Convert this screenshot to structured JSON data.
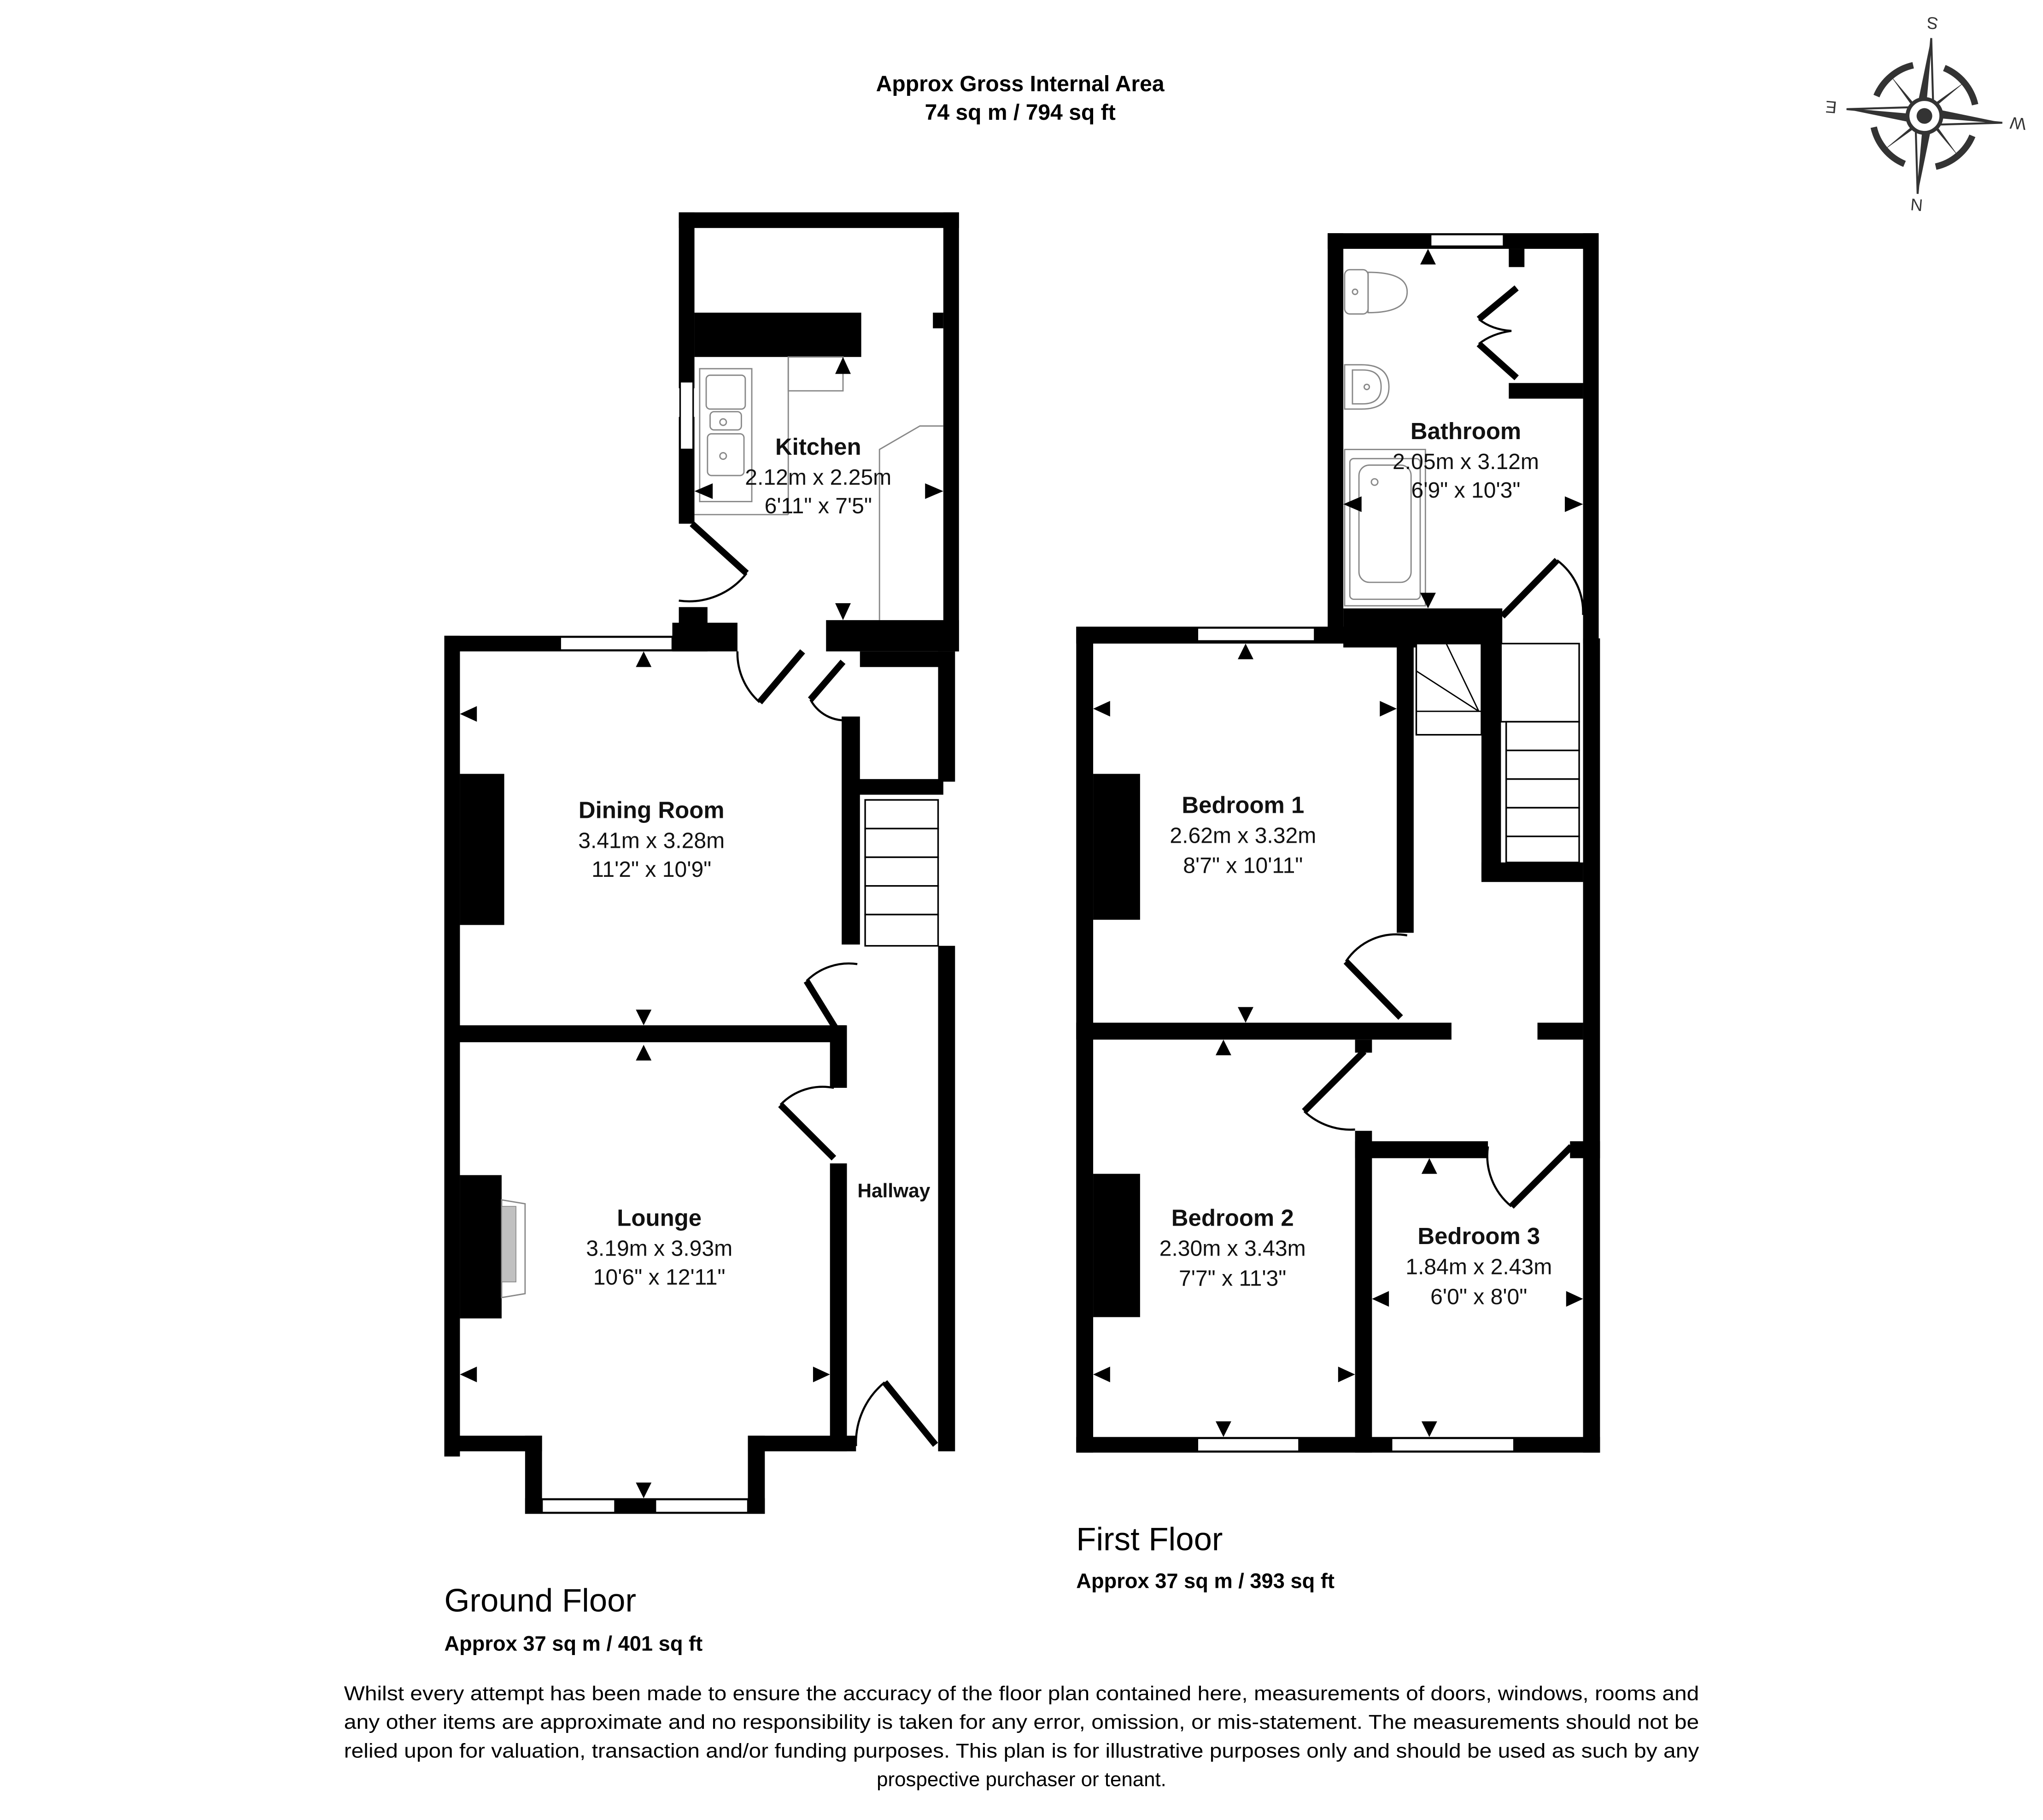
{
  "header": {
    "line1": "Approx Gross Internal Area",
    "line2": "74 sq m / 794 sq ft"
  },
  "compass": {
    "icon": "compass-rose-icon",
    "rotation_deg": 185,
    "labels": {
      "top": "S",
      "bottom": "N",
      "left": "E",
      "right": "W"
    },
    "color": "#333333"
  },
  "ground_floor": {
    "title": "Ground Floor",
    "area": "Approx 37 sq m / 401 sq ft",
    "rooms": {
      "kitchen": {
        "name": "Kitchen",
        "metric": "2.12m x 2.25m",
        "imperial": "6'11\" x 7'5\""
      },
      "dining": {
        "name": "Dining Room",
        "metric": "3.41m x 3.28m",
        "imperial": "11'2\" x 10'9\""
      },
      "lounge": {
        "name": "Lounge",
        "metric": "3.19m x 3.93m",
        "imperial": "10'6\" x 12'11\""
      },
      "hallway": {
        "name": "Hallway"
      }
    }
  },
  "first_floor": {
    "title": "First Floor",
    "area": "Approx 37 sq m / 393 sq ft",
    "rooms": {
      "bathroom": {
        "name": "Bathroom",
        "metric": "2.05m x 3.12m",
        "imperial": "6'9\" x 10'3\""
      },
      "bedroom1": {
        "name": "Bedroom 1",
        "metric": "2.62m x 3.32m",
        "imperial": "8'7\" x 10'11\""
      },
      "bedroom2": {
        "name": "Bedroom 2",
        "metric": "2.30m x 3.43m",
        "imperial": "7'7\" x 11'3\""
      },
      "bedroom3": {
        "name": "Bedroom 3",
        "metric": "1.84m x 2.43m",
        "imperial": "6'0\" x 8'0\""
      }
    }
  },
  "disclaimer": {
    "lines": [
      "Whilst every attempt has been made to ensure the accuracy of the floor plan contained here, measurements of doors, windows, rooms and",
      "any other items are approximate and no responsibility is taken for any error, omission, or mis-statement. The measurements should not be",
      "relied upon for valuation, transaction and/or funding purposes. This plan is for illustrative purposes only and should be used as such by any",
      "prospective purchaser or tenant."
    ]
  },
  "colors": {
    "wall": "#000000",
    "fixture": "#888888",
    "fireplace_insert": "#c0c0c0",
    "background": "#ffffff"
  }
}
